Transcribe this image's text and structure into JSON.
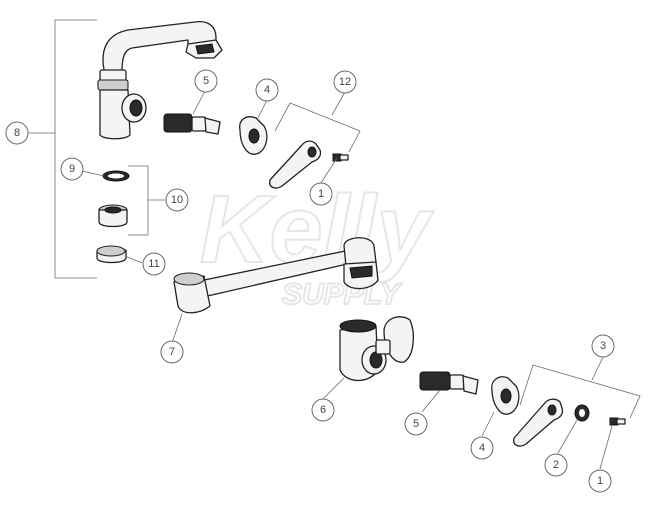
{
  "watermark": {
    "line1": "Kelly",
    "line2": "SUPPLY"
  },
  "callouts": {
    "c1_top": "1",
    "c1_bottom": "1",
    "c2": "2",
    "c3": "3",
    "c4_top": "4",
    "c4_bottom": "4",
    "c5_top": "5",
    "c5_bottom": "5",
    "c6": "6",
    "c7": "7",
    "c8": "8",
    "c9": "9",
    "c10": "10",
    "c11": "11",
    "c12": "12"
  }
}
